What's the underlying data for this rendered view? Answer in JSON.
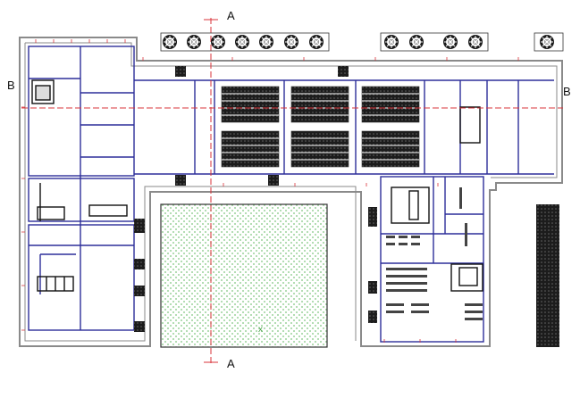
{
  "section_labels": {
    "a_top": "A",
    "a_bottom": "A",
    "b_left": "B",
    "b_right": "B"
  },
  "colors": {
    "wall": "#8a8a8a",
    "interior": "#2d2f9a",
    "cut_line": "#d9333a",
    "door": "#d9333a",
    "courtyard": "#9fd39f",
    "furniture": "#333333",
    "black": "#111111"
  },
  "tree_symbol": "tree-icon",
  "tree_groups": [
    7,
    4,
    1
  ]
}
